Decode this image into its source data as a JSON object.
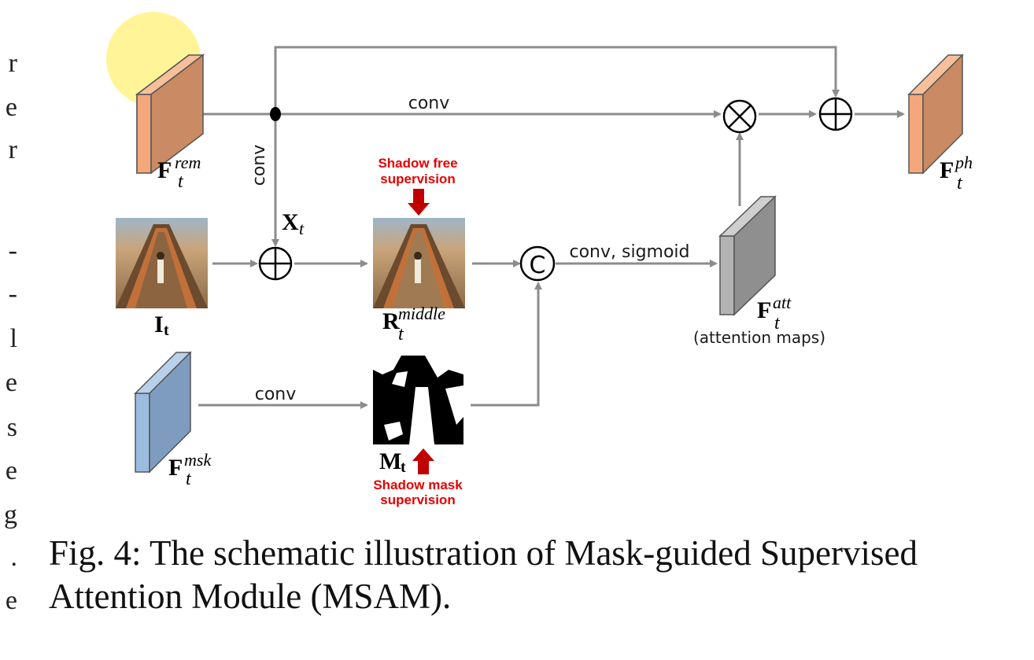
{
  "diagram": {
    "edge_labels": {
      "conv_top": "conv",
      "conv_vertical": "conv",
      "conv_bottom": "conv",
      "conv_sigmoid": "conv, sigmoid"
    },
    "supervision": {
      "shadow_free_line1": "Shadow free",
      "shadow_free_line2": "supervision",
      "shadow_mask_line1": "Shadow mask",
      "shadow_mask_line2": "supervision"
    },
    "nodes": {
      "f_rem": {
        "base": "F",
        "sub": "t",
        "sup": "rem"
      },
      "f_ph": {
        "base": "F",
        "sub": "t",
        "sup": "ph"
      },
      "f_att": {
        "base": "F",
        "sub": "t",
        "sup": "att",
        "note": "(attention maps)"
      },
      "f_msk": {
        "base": "F",
        "sub": "t",
        "sup": "msk"
      },
      "x_t": {
        "base": "X",
        "sub": "t"
      },
      "i_t": {
        "base": "I",
        "sub": "t"
      },
      "r_middle": {
        "base": "R",
        "sub": "t",
        "sup": "middle"
      },
      "m_t": {
        "base": "M",
        "sub": "t"
      }
    },
    "operators": {
      "concat": "C",
      "plus": "⊕",
      "times": "⊗"
    },
    "colors": {
      "arrow": "#8c8c8c",
      "orange_front": "#f4a77b",
      "orange_side": "#c98a64",
      "blue_front": "#9bbcdf",
      "blue_side": "#7d9cc0",
      "gray_front": "#b3b3b3",
      "gray_side": "#8f8f8f",
      "supervision_red": "#e60000",
      "highlight": "#fff176"
    }
  },
  "caption": "Fig. 4: The schematic illustration of Mask-guided Supervised Attention Module (MSAM).",
  "margin_text": [
    "r",
    "e",
    "r",
    "-",
    "-",
    "l",
    "e",
    "s",
    "e",
    "g",
    ".",
    "e"
  ]
}
